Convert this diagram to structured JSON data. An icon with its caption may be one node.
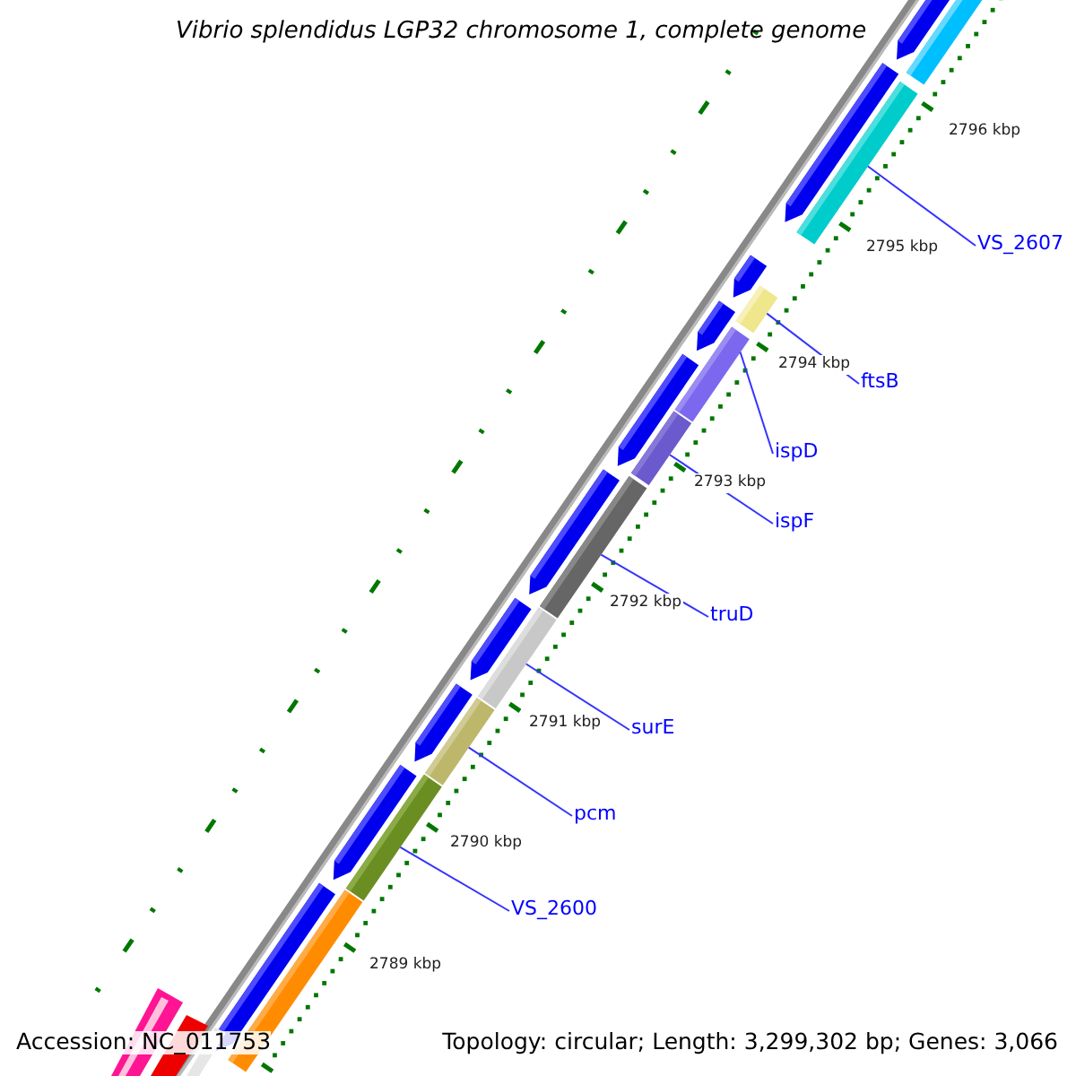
{
  "diagram": {
    "title": "Vibrio splendidus LGP32 chromosome 1, complete genome",
    "nodes": [
      {
        "text": [
          "VS_2607"
        ]
      },
      {
        "text": [
          "ftsB"
        ]
      },
      {
        "text": [
          "ispD"
        ]
      },
      {
        "text": [
          "ispF"
        ]
      },
      {
        "text": [
          "truD"
        ]
      },
      {
        "text": [
          "surE"
        ]
      },
      {
        "text": [
          "pcm"
        ]
      },
      {
        "text": [
          "VS_2600"
        ]
      },
      {
        "text": [],
        "shape": "bar"
      },
      {
        "text": [],
        "shape": "bar"
      },
      {
        "text": [],
        "shape": "bar"
      },
      {
        "text": [],
        "shape": "bar"
      },
      {
        "text": [],
        "shape": "bar"
      },
      {
        "text": [],
        "shape": "bar"
      },
      {
        "text": [],
        "shape": "bar"
      },
      {
        "text": [],
        "shape": "bar"
      }
    ],
    "edges": [
      {
        "from": 0,
        "to": 8,
        "arrow": "none"
      },
      {
        "from": 1,
        "to": 9,
        "arrow": "none"
      },
      {
        "from": 2,
        "to": 10,
        "arrow": "none"
      },
      {
        "from": 3,
        "to": 11,
        "arrow": "none"
      },
      {
        "from": 4,
        "to": 12,
        "arrow": "none"
      },
      {
        "from": 5,
        "to": 13,
        "arrow": "none"
      },
      {
        "from": 6,
        "to": 14,
        "arrow": "none"
      },
      {
        "from": 7,
        "to": 15,
        "arrow": "none"
      }
    ],
    "labels": [
      "2796 kbp",
      "2795 kbp",
      "2794 kbp",
      "2793 kbp",
      "2792 kbp",
      "2791 kbp",
      "2790 kbp",
      "2789 kbp",
      "Accession: NC_011753",
      "Topology: circular; Length: 3,299,302 bp; Genes: 3,066"
    ]
  }
}
